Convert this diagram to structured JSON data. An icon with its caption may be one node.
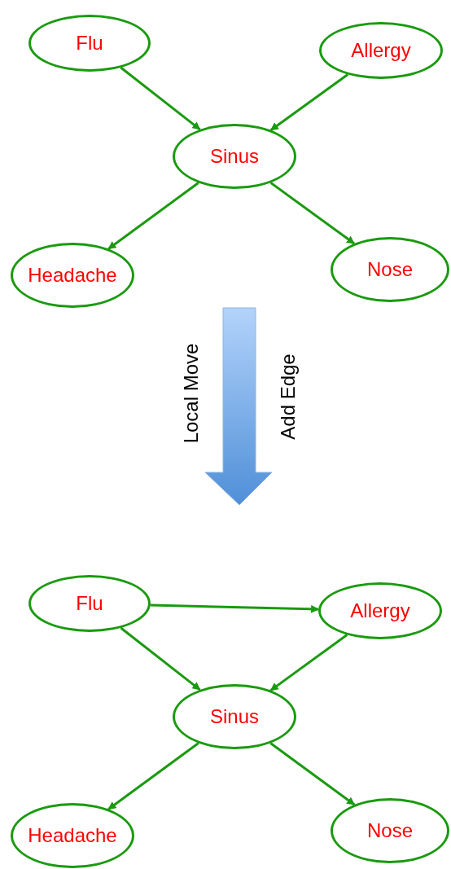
{
  "diagram": {
    "nodes": [
      {
        "text": [
          "Flu"
        ]
      },
      {
        "text": [
          "Allergy"
        ]
      },
      {
        "text": [
          "Sinus"
        ]
      },
      {
        "text": [
          "Headache"
        ]
      },
      {
        "text": [
          "Nose"
        ]
      },
      {
        "text": [
          "Flu"
        ]
      },
      {
        "text": [
          "Allergy"
        ]
      },
      {
        "text": [
          "Sinus"
        ]
      },
      {
        "text": [
          "Headache"
        ]
      },
      {
        "text": [
          "Nose"
        ]
      }
    ],
    "edges": [
      {
        "from": 0,
        "to": 2,
        "arrow": "to"
      },
      {
        "from": 1,
        "to": 2,
        "arrow": "to"
      },
      {
        "from": 2,
        "to": 3,
        "arrow": "to"
      },
      {
        "from": 2,
        "to": 4,
        "arrow": "to"
      },
      {
        "from": 5,
        "to": 6,
        "arrow": "to"
      },
      {
        "from": 5,
        "to": 7,
        "arrow": "to"
      },
      {
        "from": 6,
        "to": 7,
        "arrow": "to"
      },
      {
        "from": 7,
        "to": 8,
        "arrow": "to"
      },
      {
        "from": 7,
        "to": 9,
        "arrow": "to"
      }
    ],
    "labels": [
      "Local Move",
      "Add Edge"
    ]
  }
}
